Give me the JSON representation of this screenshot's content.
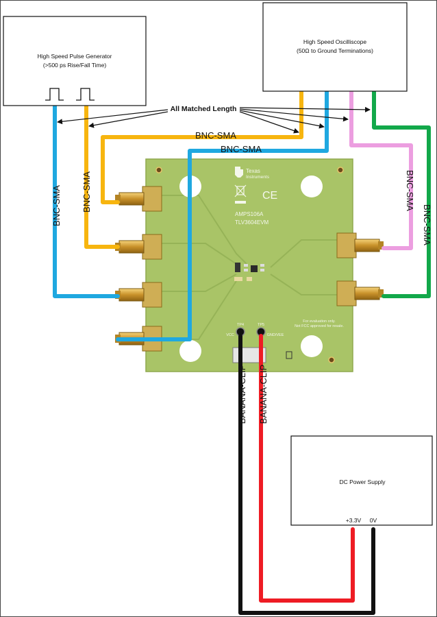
{
  "pulse_generator": {
    "title": "High Speed Pulse Generator",
    "subtitle": "(>500 ps Rise/Fall Time)"
  },
  "oscilloscope": {
    "title": "High Speed Oscilliscope",
    "subtitle": "(50Ω  to Ground Terminations)"
  },
  "power_supply": {
    "title": "DC Power Supply",
    "plus_label": "+3.3V",
    "zero_label": "0V"
  },
  "annotation": "All Matched Length",
  "cables": {
    "bnc_sma": "BNC-SMA",
    "banana_clip": "BANANA-CLIP"
  },
  "board": {
    "brand_line1": "Texas",
    "brand_line2": "Instruments",
    "ce_mark": "CE",
    "part1": "AMPS106A",
    "part2": "TLV3604EVM",
    "notice1": "For evaluation only.",
    "notice2": "Not FCC approved for resale.",
    "tp_vcc": "TP4",
    "tp_gnd": "TP5",
    "vcc_label": "VCC",
    "gnd_label": "GND/VEE"
  },
  "colors": {
    "blue": "#1fa8e0",
    "orange": "#f7b50f",
    "pink": "#ec9ee0",
    "green": "#12a84a",
    "red": "#ee1c24",
    "black": "#111111",
    "pcb": "#a9c467",
    "sma_gold": "#d4a33a"
  }
}
